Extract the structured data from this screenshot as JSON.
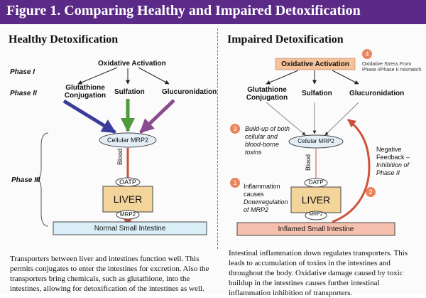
{
  "figure_title": "Figure 1.  Comparing Healthy and Impaired Detoxification",
  "left": {
    "title": "Healthy Detoxification",
    "oxidative": "Oxidative Activation",
    "phase1": "Phase I",
    "phase2": "Phase II",
    "phase3": "Phase III",
    "conj_line1": "Glutathione",
    "conj_line2": "Conjugation",
    "sulfation": "Sulfation",
    "glucuronidation": "Glucuronidation",
    "cellular": "Cellular MRP2",
    "blood": "Blood",
    "oatp": "OATP",
    "liver": "LIVER",
    "mrp2": "MRP2",
    "intestine": "Normal Small Intestine",
    "caption": "Transporters between liver and intestines function well. This permits conjugates to enter the intestines for excretion. Also the transporters bring chemicals, such as glutathione, into the intestines, allowing for detoxification of the intestines as well."
  },
  "right": {
    "title": "Impaired Detoxification",
    "oxidative": "Oxidative Activation",
    "num4": "4",
    "stress_line1": "Oxidative Stress From",
    "stress_line2": "Phase I/Phase II mismatch",
    "conj_line1": "Glutathione",
    "conj_line2": "Conjugation",
    "sulfation": "Sulfation",
    "glucuronidation": "Glucuronidation",
    "num3": "3",
    "buildup_line1": "Build-up of both",
    "buildup_line2": "cellular and",
    "buildup_line3": "blood-borne",
    "buildup_line4": "toxins",
    "cellular": "Cellular MRP2",
    "blood": "Blood",
    "neg_line1": "Negative",
    "neg_line2": "Feedback –",
    "neg_line3": "Inhibition of",
    "neg_line4": "Phase II",
    "num1": "1",
    "infl_line1": "Inflammation",
    "infl_line2": "causes",
    "infl_line3": "Downregulation",
    "infl_line4": "of MRP2",
    "num2": "2",
    "oatp": "OATP",
    "liver": "LIVER",
    "mrp2": "MRP2",
    "intestine": "Inflamed Small Intestine",
    "caption": "Intestinal inflammation down regulates transporters. This leads to accumulation of toxins in the intestines and throughout the body. Oxidative damage caused by toxic buildup in the intestines causes further intestinal inflammation inhibition of transporters."
  },
  "colors": {
    "header": "#5b2a87",
    "arrow_blue": "#3b3b9a",
    "arrow_green": "#4f9a3c",
    "arrow_purple": "#8a4a8e",
    "arrow_red": "#c8503a",
    "liver": "#f3d49a",
    "intestine_normal": "#d9eef6",
    "intestine_inflamed": "#f5c1ae",
    "cellular": "#e4eef7",
    "orange_box": "#f6c29a",
    "circle": "#e9855e"
  }
}
